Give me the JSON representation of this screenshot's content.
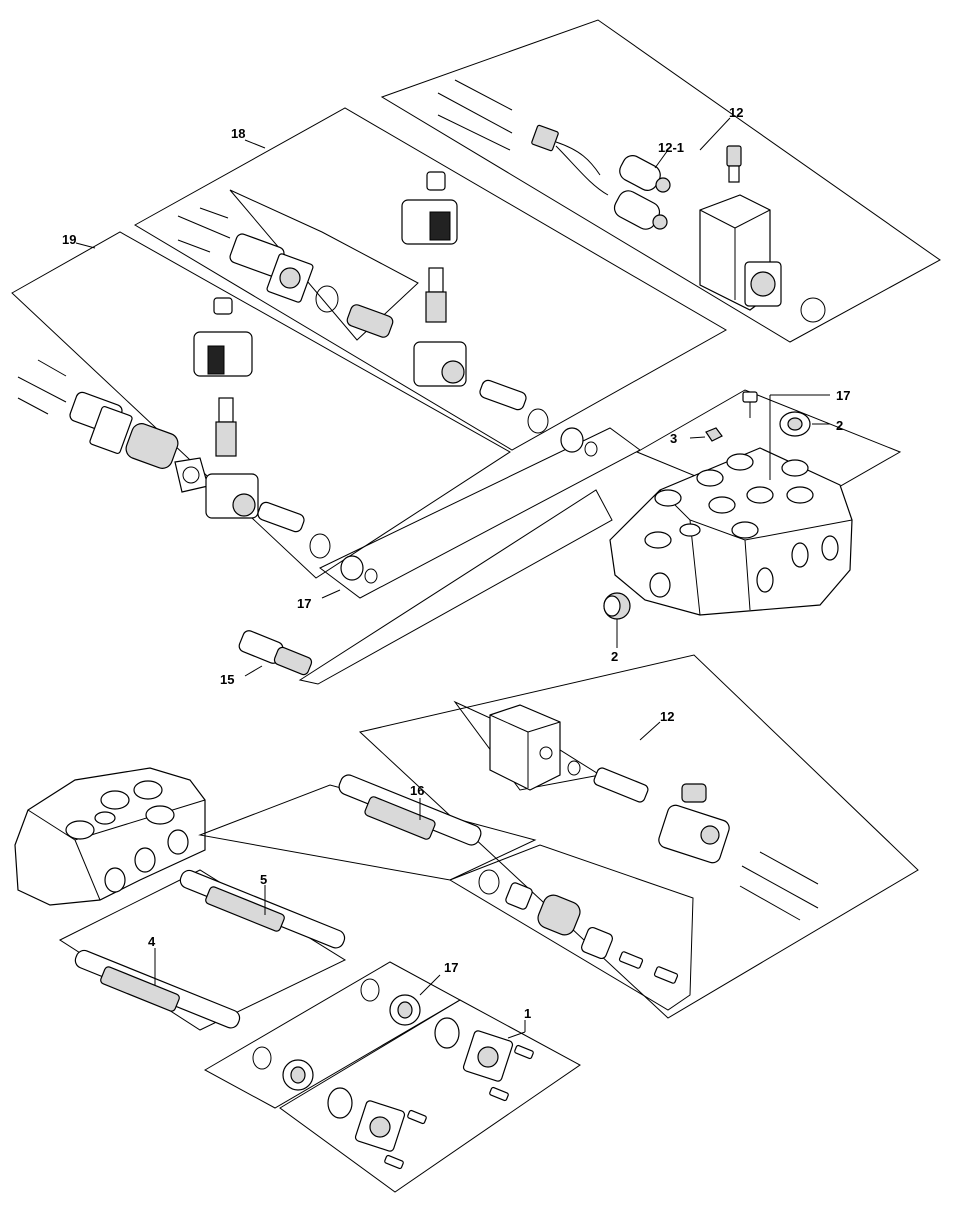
{
  "callouts": {
    "c12_top": "12",
    "c12_1": "12-1",
    "c18": "18",
    "c19": "19",
    "c17_top": "17",
    "c3": "3",
    "c2_top": "2",
    "c2_mid": "2",
    "c17_mid": "17",
    "c15": "15",
    "c12_mid": "12",
    "c16": "16",
    "c5": "5",
    "c4": "4",
    "c17_bot": "17",
    "c1": "1"
  }
}
